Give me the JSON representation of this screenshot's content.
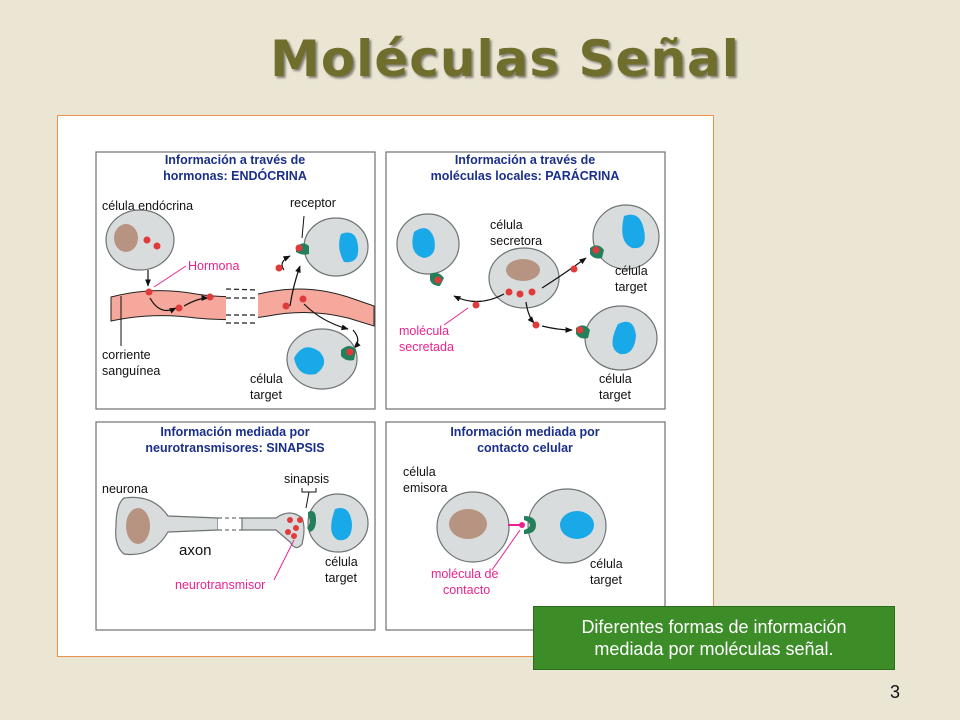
{
  "slide": {
    "title": "Moléculas Señal",
    "caption": [
      "Diferentes formas de información",
      "mediada por moléculas señal."
    ],
    "page_number": "3"
  },
  "panels": {
    "endocrine": {
      "title": [
        "Información a través de",
        "hormonas: ENDÓCRINA"
      ],
      "labels": {
        "endocrine_cell": "célula endócrina",
        "receptor": "receptor",
        "hormone": "Hormona",
        "blood": [
          "corriente",
          "sanguínea"
        ],
        "target": [
          "célula",
          "target"
        ]
      }
    },
    "paracrine": {
      "title": [
        "Información a través de",
        "moléculas locales: PARÁCRINA"
      ],
      "labels": {
        "secretory_cell": [
          "célula",
          "secretora"
        ],
        "target_a": [
          "célula",
          "target"
        ],
        "secreted_molecule": [
          "molécula",
          "secretada"
        ],
        "target_b": [
          "célula",
          "target"
        ]
      }
    },
    "synapse": {
      "title": [
        "Información mediada por",
        "neurotransmisores: SINAPSIS"
      ],
      "labels": {
        "synapse": "sinapsis",
        "neuron": "neurona",
        "axon": "axon",
        "neurotransmitter": "neurotransmisor",
        "target": [
          "célula",
          "target"
        ]
      }
    },
    "contact": {
      "title": [
        "Información mediada por",
        "contacto celular"
      ],
      "labels": {
        "emitter": [
          "célula",
          "emisora"
        ],
        "contact_molecule": [
          "molécula de",
          "contacto"
        ],
        "target": [
          "célula",
          "target"
        ]
      }
    }
  },
  "colors": {
    "title_text": "#6f6e2c",
    "panel_title": "#1a2f8a",
    "magenta_label": "#e8238f",
    "cell_fill": "#d9dcdc",
    "cell_stroke": "#6e7373",
    "nucleus_brown": "#b79381",
    "nucleus_blue": "#1aa9e8",
    "receptor_green": "#23805a",
    "molecule_red": "#e03a3a",
    "blood_fill": "#f5a89b",
    "caption_bg": "#3c8d28",
    "frame_border": "#e8934a"
  }
}
